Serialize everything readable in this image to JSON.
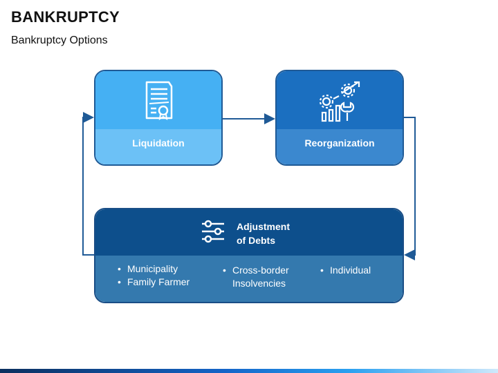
{
  "header": {
    "title": "BANKRUPTCY",
    "subtitle": "Bankruptcy Options"
  },
  "cards": {
    "liquidation": {
      "label": "Liquidation",
      "icon": "document-certificate-icon"
    },
    "reorganization": {
      "label": "Reorganization",
      "icon": "gears-chart-wrench-icon"
    },
    "adjustment": {
      "title_line1": "Adjustment",
      "title_line2": "of Debts",
      "icon": "sliders-icon",
      "bullets_col1": [
        "Municipality",
        "Family Farmer"
      ],
      "bullets_col2_line1": "Cross-border",
      "bullets_col2_line2": "Insolvencies",
      "bullets_col3": [
        "Individual"
      ]
    }
  },
  "colors": {
    "liquidation_top": "#45b0f3",
    "liquidation_bottom": "#6cc1f6",
    "reorganization_top": "#1b6fc0",
    "reorganization_bottom": "#3b88cf",
    "adjustment_top": "#0d4f8c",
    "adjustment_bottom": "#3479ae",
    "arrow": "#1f5a96"
  }
}
